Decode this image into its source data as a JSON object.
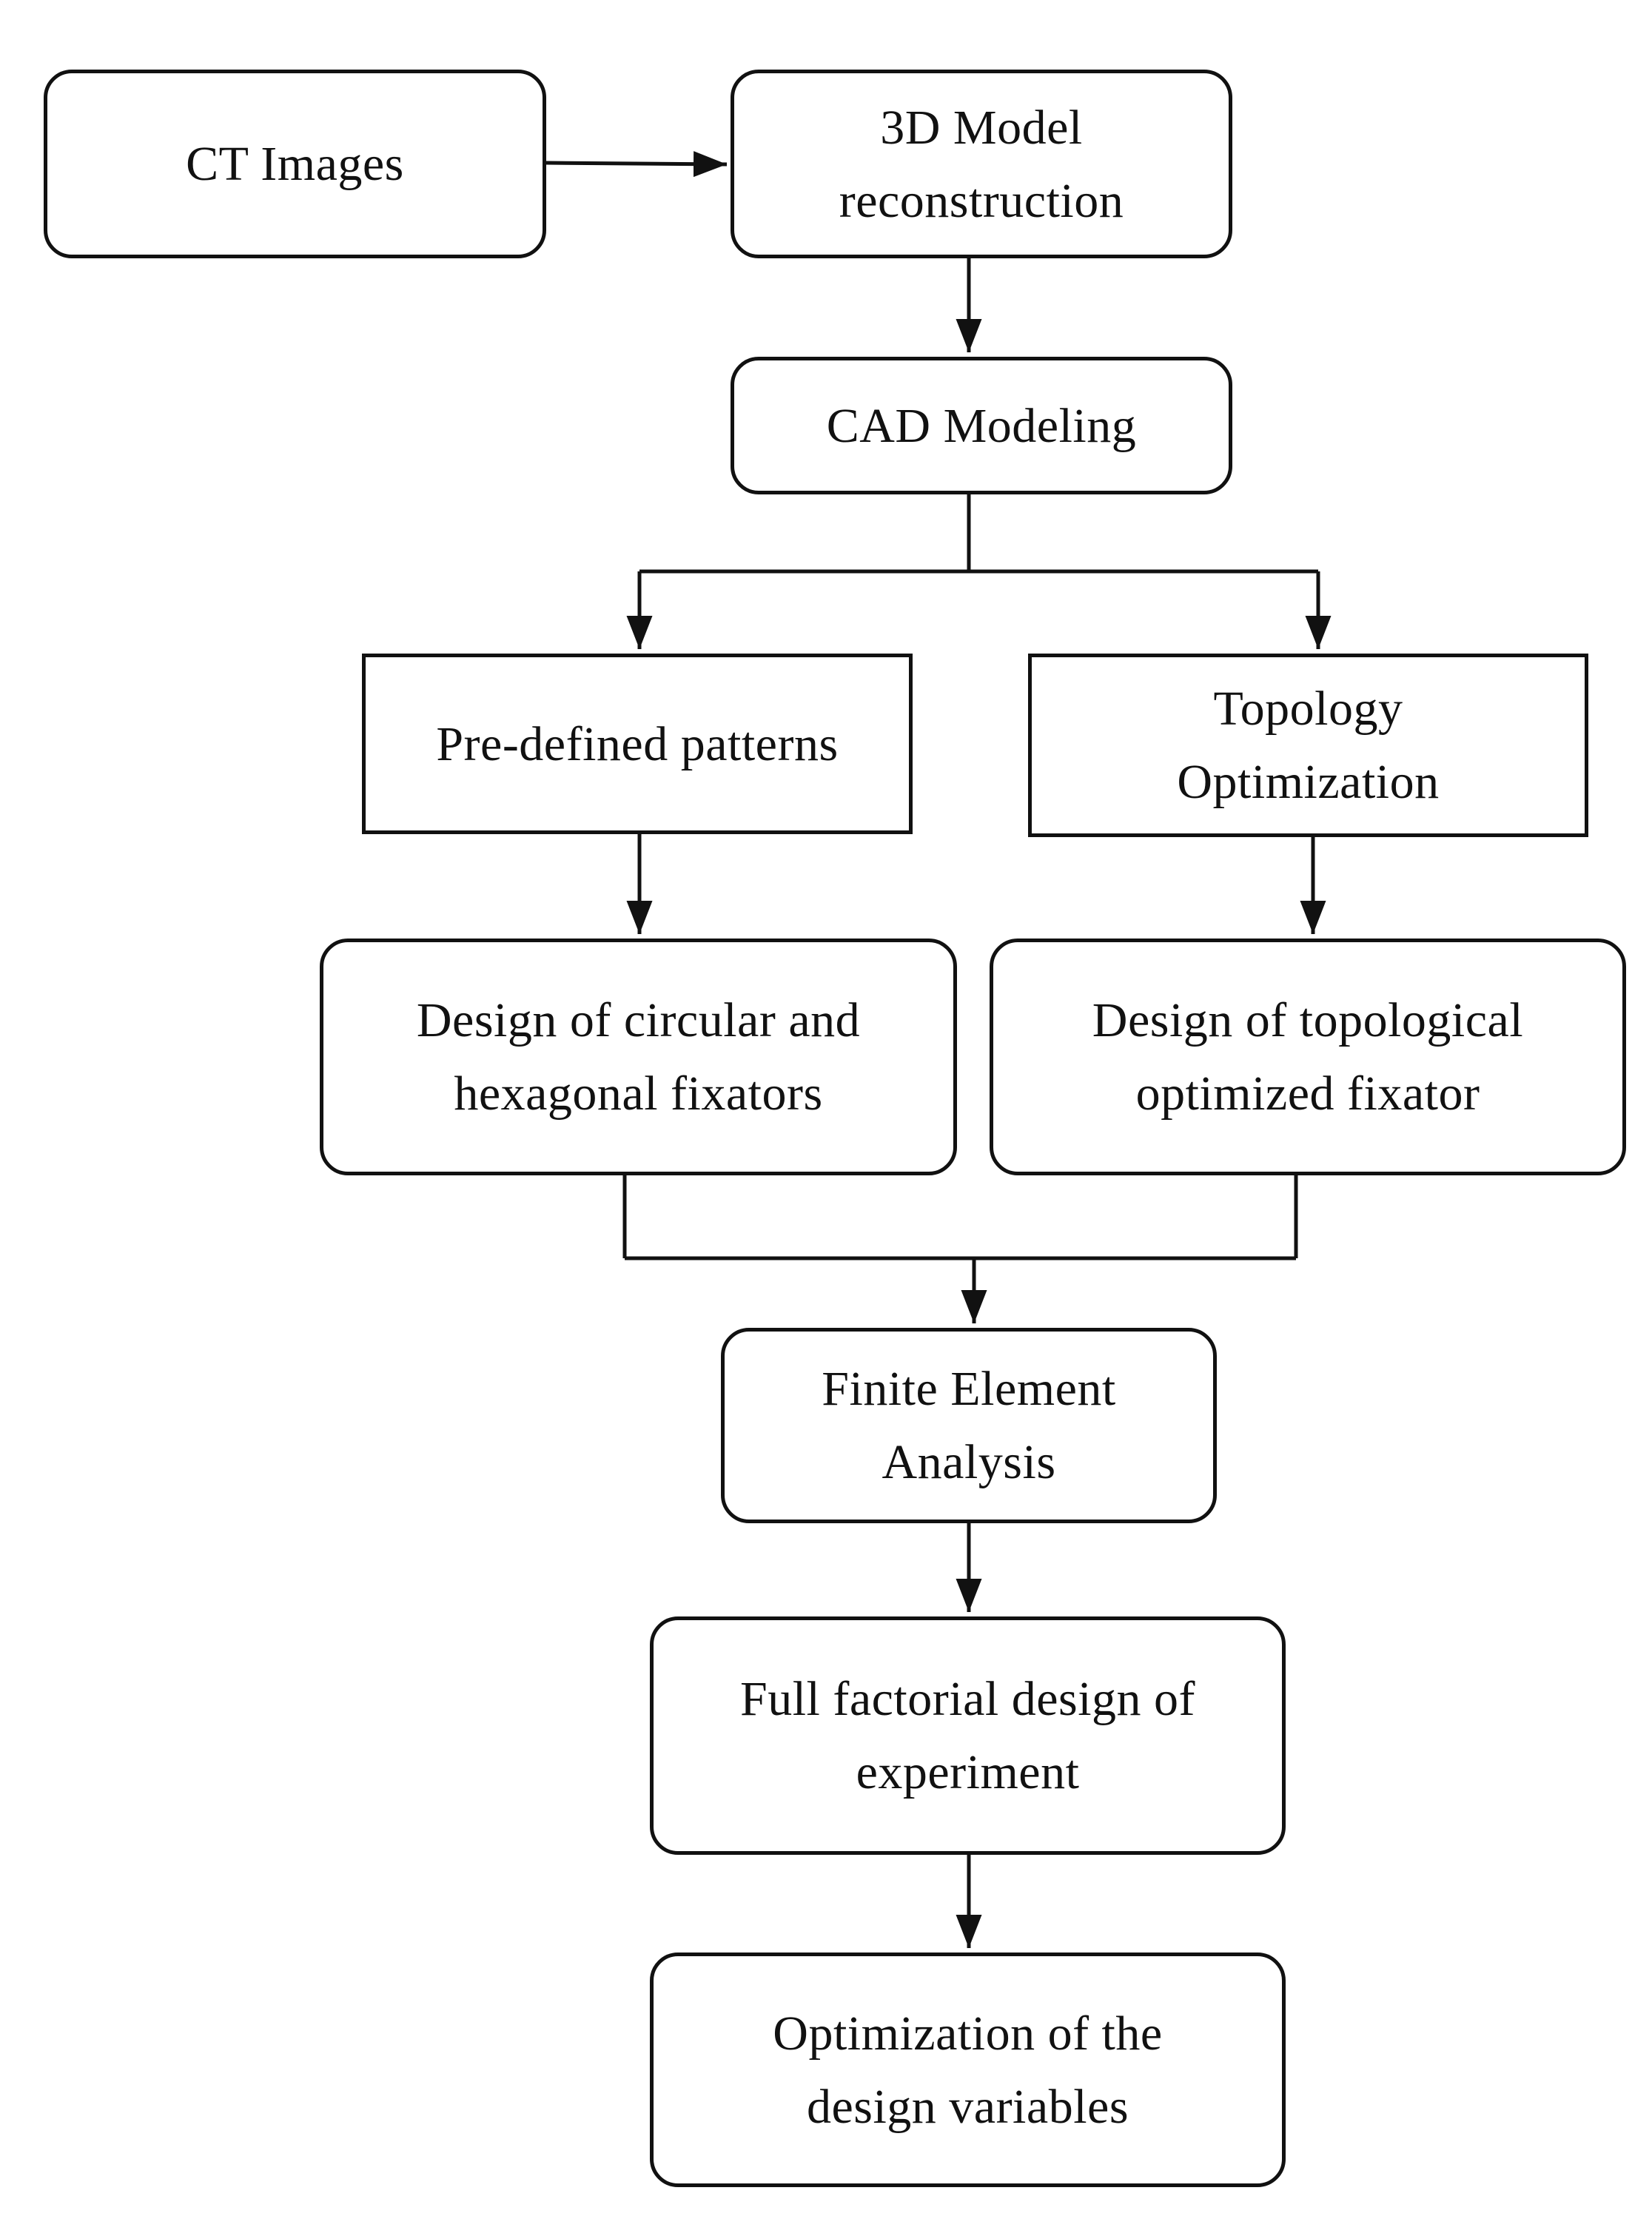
{
  "diagram": {
    "nodes": [
      {
        "id": "ct_images",
        "label": "CT Images",
        "shape": "rounded"
      },
      {
        "id": "model_3d",
        "label": "3D Model\nreconstruction",
        "shape": "rounded"
      },
      {
        "id": "cad_modeling",
        "label": "CAD Modeling",
        "shape": "rounded"
      },
      {
        "id": "predefined_patterns",
        "label": "Pre-defined patterns",
        "shape": "rectangle"
      },
      {
        "id": "topology_optimization",
        "label": "Topology\nOptimization",
        "shape": "rectangle"
      },
      {
        "id": "design_circular_hexagonal",
        "label": "Design of circular and\nhexagonal fixators",
        "shape": "rounded"
      },
      {
        "id": "design_topological",
        "label": "Design of topological\noptimized fixator",
        "shape": "rounded"
      },
      {
        "id": "finite_element_analysis",
        "label": "Finite Element\nAnalysis",
        "shape": "rounded"
      },
      {
        "id": "full_factorial",
        "label": "Full factorial design of\nexperiment",
        "shape": "rounded"
      },
      {
        "id": "optimization_variables",
        "label": "Optimization of the\ndesign variables",
        "shape": "rounded"
      }
    ],
    "edges": [
      {
        "from": "ct_images",
        "to": "model_3d"
      },
      {
        "from": "model_3d",
        "to": "cad_modeling"
      },
      {
        "from": "cad_modeling",
        "to": "predefined_patterns"
      },
      {
        "from": "cad_modeling",
        "to": "topology_optimization"
      },
      {
        "from": "predefined_patterns",
        "to": "design_circular_hexagonal"
      },
      {
        "from": "topology_optimization",
        "to": "design_topological"
      },
      {
        "from": "design_circular_hexagonal",
        "to": "finite_element_analysis"
      },
      {
        "from": "design_topological",
        "to": "finite_element_analysis"
      },
      {
        "from": "finite_element_analysis",
        "to": "full_factorial"
      },
      {
        "from": "full_factorial",
        "to": "optimization_variables"
      }
    ],
    "colors": {
      "stroke": "#111111",
      "text": "#111111",
      "background": "#ffffff"
    }
  }
}
